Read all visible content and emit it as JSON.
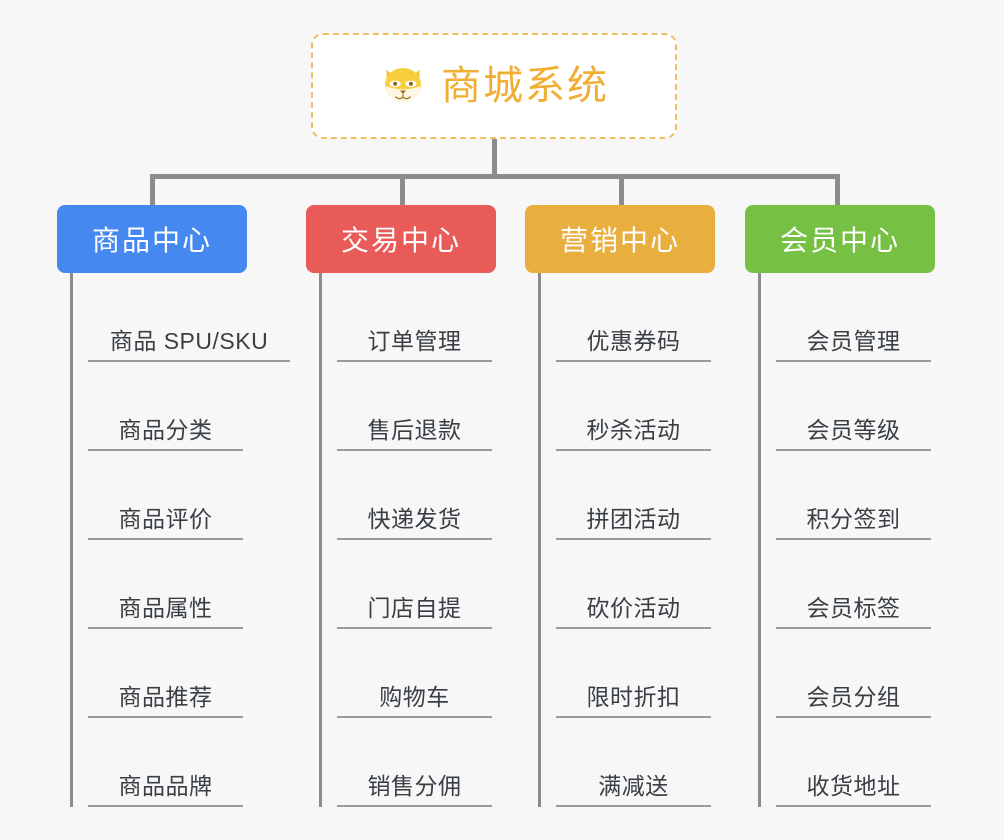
{
  "diagram": {
    "type": "org-tree",
    "background_color": "#f7f7f7",
    "root": {
      "title": "商城系统",
      "icon": "shiba-dog-face-icon",
      "text_color": "#f0ae33",
      "border_color": "#f0bf63",
      "border_style": "dashed",
      "background_color": "#ffffff"
    },
    "connector_color": "#8c8c8c",
    "leaf_text_color": "#3a3f45",
    "leaf_rule_color": "#9a9a9a",
    "columns": [
      {
        "title": "商品中心",
        "color": "#4588f0",
        "items": [
          "商品 SPU/SKU",
          "商品分类",
          "商品评价",
          "商品属性",
          "商品推荐",
          "商品品牌"
        ]
      },
      {
        "title": "交易中心",
        "color": "#e85b58",
        "items": [
          "订单管理",
          "售后退款",
          "快递发货",
          "门店自提",
          "购物车",
          "销售分佣"
        ]
      },
      {
        "title": "营销中心",
        "color": "#e8ae3e",
        "items": [
          "优惠券码",
          "秒杀活动",
          "拼团活动",
          "砍价活动",
          "限时折扣",
          "满减送"
        ]
      },
      {
        "title": "会员中心",
        "color": "#76c043",
        "items": [
          "会员管理",
          "会员等级",
          "积分签到",
          "会员标签",
          "会员分组",
          "收货地址"
        ]
      }
    ]
  }
}
